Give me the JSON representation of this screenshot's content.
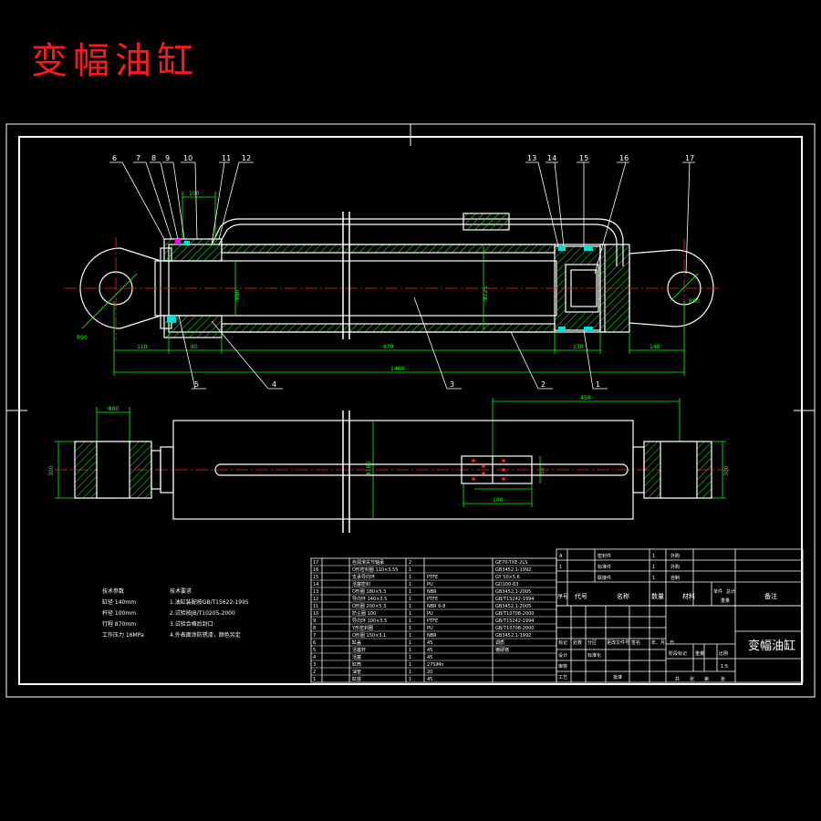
{
  "title": "变幅油缸",
  "callouts": [
    "6",
    "7",
    "8",
    "9",
    "10",
    "11",
    "12",
    "13",
    "14",
    "15",
    "16",
    "17",
    "5",
    "4",
    "3",
    "2",
    "1"
  ],
  "dims": {
    "d_110": "110",
    "d_80": "80",
    "d_870": "870",
    "d_130": "130",
    "d_140": "140",
    "d_1460": "1460",
    "d_450": "450",
    "d_100": "100",
    "d_phi80": "Φ80",
    "d_bore": "Φ125",
    "d_rod": "Φ90",
    "d_side_left": "300",
    "d_side_right": "300",
    "d_top": "Φ180",
    "d_50": "50",
    "d_100b": "100",
    "r_left": "R90",
    "r_right": "R80"
  },
  "specs": {
    "heading": "技术参数",
    "rows": [
      "缸径 140mm",
      "杆径 100mm",
      "行程 870mm",
      "工作压力 16MPa"
    ]
  },
  "requirements": {
    "heading": "技术要求",
    "rows": [
      "1.油缸装配按GB/T15622-1995",
      "2.试验按JB/T10205-2000",
      "3.试验合格后封口",
      "4.外表面涂防锈漆，颜色另定"
    ]
  },
  "bom": {
    "header": [
      "序号",
      "代号",
      "名称",
      "数量",
      "材料",
      "单件",
      "总计",
      "备注"
    ],
    "header_sub": "重量",
    "rows": [
      [
        "17",
        "",
        "自润滑关节轴承",
        "2",
        "",
        "GE70-TXE-2LS"
      ],
      [
        "16",
        "",
        "O形密封圈 110×3.55",
        "1",
        "",
        "GB3452.1-1992"
      ],
      [
        "15",
        "",
        "支承导向环",
        "1",
        "PTFE",
        "GY 50×5.6"
      ],
      [
        "14",
        "",
        "活塞密封",
        "1",
        "PU",
        "GD100-63"
      ],
      [
        "13",
        "",
        "O形圈 180×5.3",
        "1",
        "NBR",
        "GB3452.1-2005"
      ],
      [
        "12",
        "",
        "导向环 140×3.5",
        "1",
        "PTFE",
        "GB/T15242-1994"
      ],
      [
        "11",
        "",
        "O形圈 200×5.3",
        "1",
        "NBR 6-8",
        "GB3452.1-2005"
      ],
      [
        "10",
        "",
        "防尘圈 100",
        "1",
        "PU",
        "GB/T10708-2000"
      ],
      [
        "9",
        "",
        "导向环 100×3.5",
        "1",
        "PTFE",
        "GB/T15242-1994"
      ],
      [
        "8",
        "",
        "Y形密封圈",
        "1",
        "PU",
        "GB/T10708-2000"
      ],
      [
        "7",
        "",
        "O形圈 150×3.1",
        "1",
        "NBR",
        "GB3452.1-1992"
      ],
      [
        "6",
        "",
        "缸盖",
        "1",
        "45",
        "调质"
      ],
      [
        "5",
        "",
        "活塞杆",
        "1",
        "45",
        "镀硬铬"
      ],
      [
        "4",
        "",
        "活塞",
        "1",
        "45",
        ""
      ],
      [
        "3",
        "",
        "缸筒",
        "1",
        "27SiMn",
        ""
      ],
      [
        "2",
        "",
        "油管",
        "1",
        "20",
        ""
      ],
      [
        "1",
        "",
        "缸底",
        "1",
        "45",
        ""
      ]
    ]
  },
  "upper_right": {
    "rows": [
      [
        "A",
        "",
        "密封件",
        "1",
        "",
        "外购"
      ],
      [
        "1",
        "",
        "标准件",
        "1",
        "",
        "外购"
      ],
      [
        "",
        "",
        "联接件",
        "1",
        "",
        "自制"
      ]
    ]
  },
  "title_block": {
    "name": "变幅油缸",
    "labels": [
      "标记",
      "处数",
      "分区",
      "更改文件号",
      "签名",
      "年、月、日"
    ],
    "labels2": [
      "设计",
      "标准化",
      "阶段标记",
      "重量",
      "比例"
    ],
    "labels3": [
      "审核",
      "工艺",
      "批准"
    ],
    "sheet": [
      "共",
      "张",
      "第",
      "张"
    ],
    "scale": "1:5"
  },
  "colors": {
    "line": "#ffffff",
    "dim": "#00ff00",
    "center": "#ff2020",
    "callout": "#ffffff",
    "hatch": "#00ff00",
    "seal": "#00e0e0",
    "magenta": "#ff00ff",
    "yellow": "#ffff00",
    "title": "#ff1a1a"
  }
}
